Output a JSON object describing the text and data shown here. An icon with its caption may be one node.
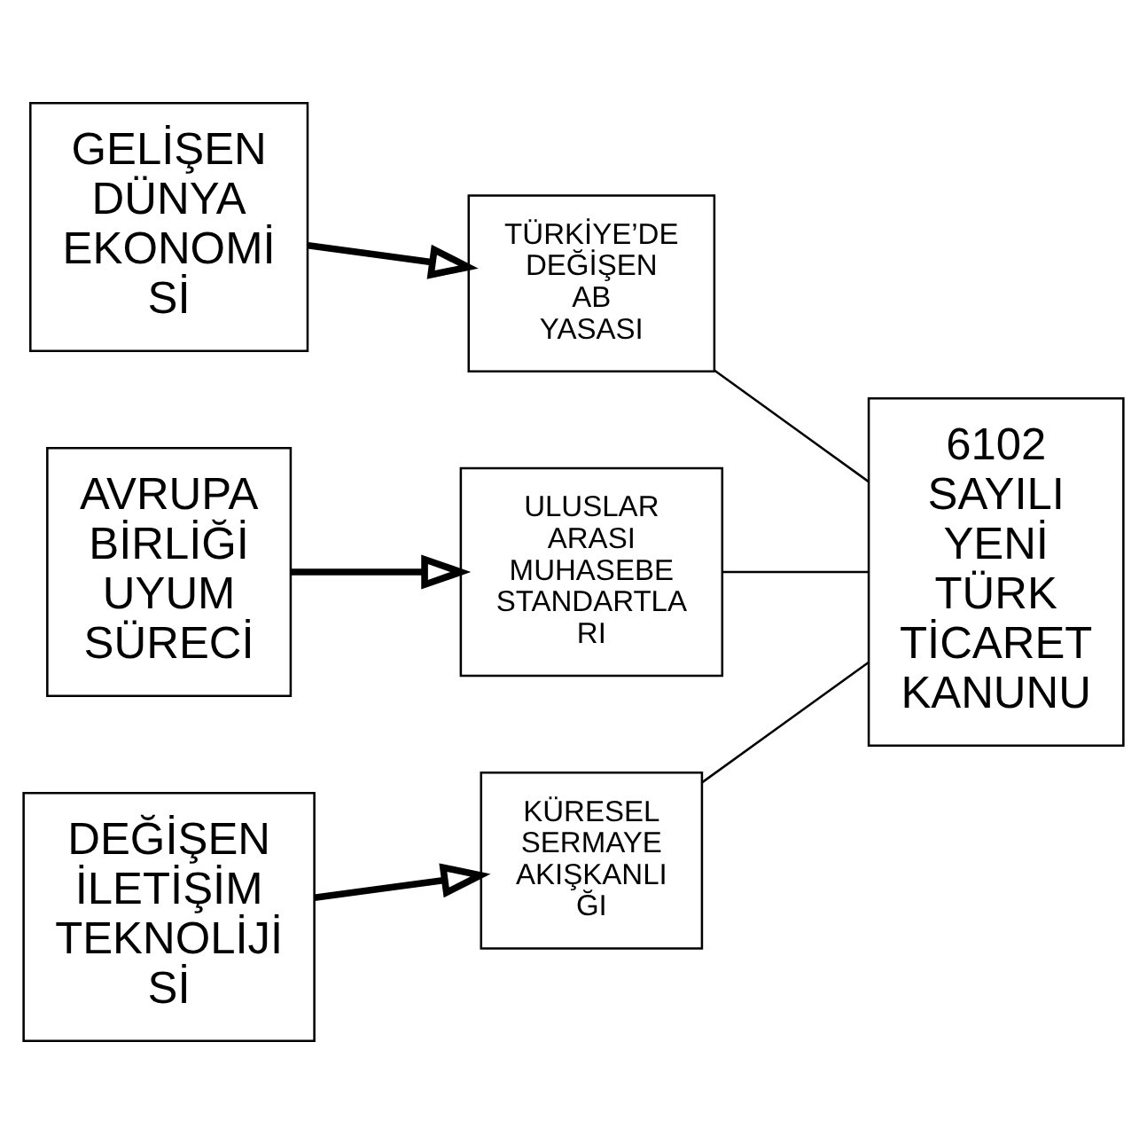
{
  "diagram": {
    "nodes": [
      {
        "text": [
          "GELİŞEN DÜNYA EKONOMİ Sİ"
        ]
      },
      {
        "text": [
          "TÜRKİYE’DE DEĞİŞEN AB YASASI"
        ]
      },
      {
        "text": [
          "AVRUPA BİRLİĞİ UYUM SÜRECİ"
        ]
      },
      {
        "text": [
          "ULUSLAR ARASI MUHASEBE STANDARTLA RI"
        ]
      },
      {
        "text": [
          "DEĞİŞEN İLETİŞİM TEKNOLİJİ Sİ"
        ]
      },
      {
        "text": [
          "KÜRESEL SERMAYE AKIŞKANLI ĞI"
        ]
      },
      {
        "text": [
          "6102 SAYILI YENİ TÜRK TİCARET KANUNU"
        ]
      }
    ],
    "edges": [
      {
        "from": 0,
        "to": 1,
        "arrow": "to",
        "style": "thick"
      },
      {
        "from": 2,
        "to": 3,
        "arrow": "to",
        "style": "thick"
      },
      {
        "from": 4,
        "to": 5,
        "arrow": "to",
        "style": "thick"
      },
      {
        "from": 1,
        "to": 6,
        "arrow": "none"
      },
      {
        "from": 3,
        "to": 6,
        "arrow": "none"
      },
      {
        "from": 5,
        "to": 6,
        "arrow": "none"
      }
    ]
  }
}
